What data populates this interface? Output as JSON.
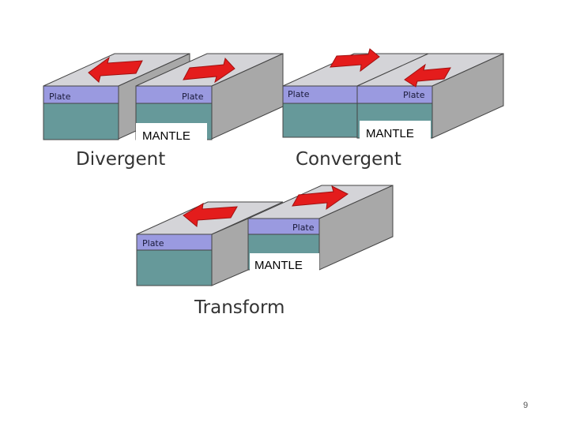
{
  "diagrams": {
    "divergent": {
      "caption": "Divergent",
      "left_plate_label": "Plate",
      "right_plate_label": "Plate",
      "mantle_label": "MANTLE"
    },
    "convergent": {
      "caption": "Convergent",
      "left_plate_label": "Plate",
      "right_plate_label": "Plate",
      "mantle_label": "MANTLE"
    },
    "transform": {
      "caption": "Transform",
      "left_plate_label": "Plate",
      "right_plate_label": "Plate",
      "mantle_label": "MANTLE"
    }
  },
  "colors": {
    "plate_top": "#d4d4d8",
    "plate_band": "#9a9ae0",
    "mantle": "#66999a",
    "side_face": "#a8a8a8",
    "arrow": "#e41c1c"
  },
  "page_number": "9"
}
